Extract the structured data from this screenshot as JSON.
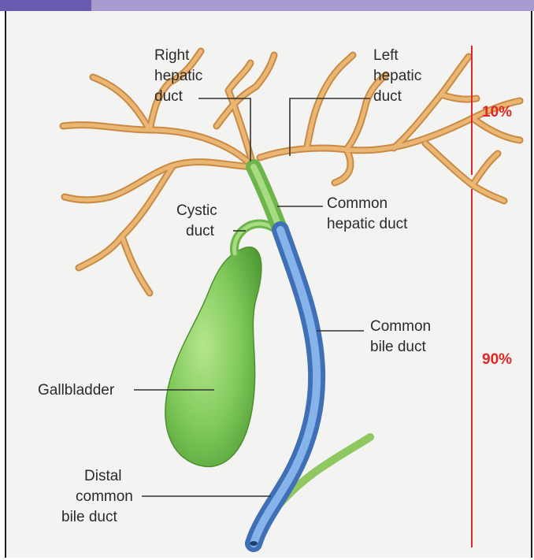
{
  "labels": {
    "right_hepatic_duct": [
      "Right",
      "hepatic",
      "duct"
    ],
    "left_hepatic_duct": [
      "Left",
      "hepatic",
      "duct"
    ],
    "cystic_duct": [
      "Cystic",
      "duct"
    ],
    "common_hepatic_duct": [
      "Common",
      "hepatic duct"
    ],
    "common_bile_duct": [
      "Common",
      "bile duct"
    ],
    "gallbladder": [
      "Gallbladder"
    ],
    "distal_common_bile_duct": [
      "Distal",
      "common",
      "bile duct"
    ]
  },
  "scale": {
    "upper_percent": "10%",
    "lower_percent": "90%"
  },
  "colors": {
    "hepatic_ducts": "#e0a25a",
    "gallbladder": "#7fc95a",
    "common_bile_duct": "#5a8fd0",
    "scale_line": "#e02626",
    "header": "#a79bd0"
  }
}
